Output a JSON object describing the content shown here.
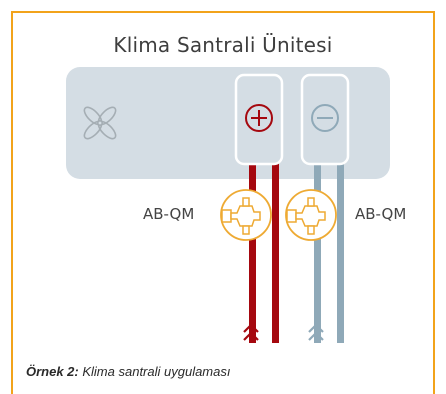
{
  "diagram": {
    "title": "Klima Santrali Ünitesi",
    "valves": [
      {
        "label": "AB-QM",
        "side": "left"
      },
      {
        "label": "AB-QM",
        "side": "right"
      }
    ],
    "supply_symbol": "+",
    "return_symbol": "−",
    "caption": {
      "bold": "Örnek 2:",
      "text": " Klima santrali uygulaması"
    },
    "colors": {
      "frame": "#f2a31b",
      "unit_body": "#d4dde4",
      "supply_pipe": "#a5080f",
      "return_pipe": "#8fa9b8",
      "valve": "#eeaa33",
      "fan_icon": "#9aa3a8"
    },
    "icons": [
      "fan-icon",
      "heating-coil-plus-icon",
      "cooling-coil-minus-icon",
      "valve-icon",
      "flow-up-chevron-icon"
    ]
  }
}
